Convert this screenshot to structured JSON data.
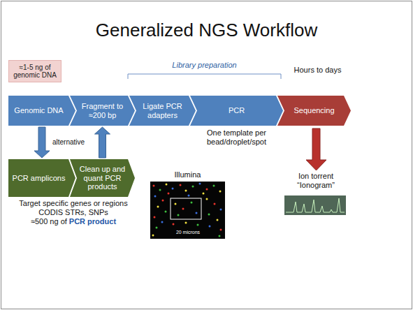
{
  "diagram": {
    "title": "Generalized NGS Workflow",
    "nodes": [
      {
        "text": [
          "≈1-5 ng of genomic DNA"
        ]
      },
      {
        "text": [
          "Genomic DNA"
        ]
      },
      {
        "text": [
          "Fragment to ≈200 bp"
        ]
      },
      {
        "text": [
          "Ligate PCR adapters"
        ]
      },
      {
        "text": [
          "PCR"
        ]
      },
      {
        "text": [
          "Sequencing"
        ]
      },
      {
        "text": [
          "PCR amplicons"
        ]
      },
      {
        "text": [
          "Clean up and quant PCR products"
        ]
      }
    ],
    "edges": [
      {
        "from": 1,
        "to": 6,
        "arrow": "to"
      },
      {
        "from": 7,
        "to": 2,
        "arrow": "to"
      }
    ],
    "labels": [
      "Library preparation",
      "Hours to days",
      "alternative",
      "One template per bead/droplet/spot",
      "Illumina",
      "20 microns",
      "Ion torrent “Ionogram”",
      "Target specific genes or regions",
      "CODIS STRs, SNPs",
      "≈500 ng of",
      "PCR product"
    ]
  }
}
